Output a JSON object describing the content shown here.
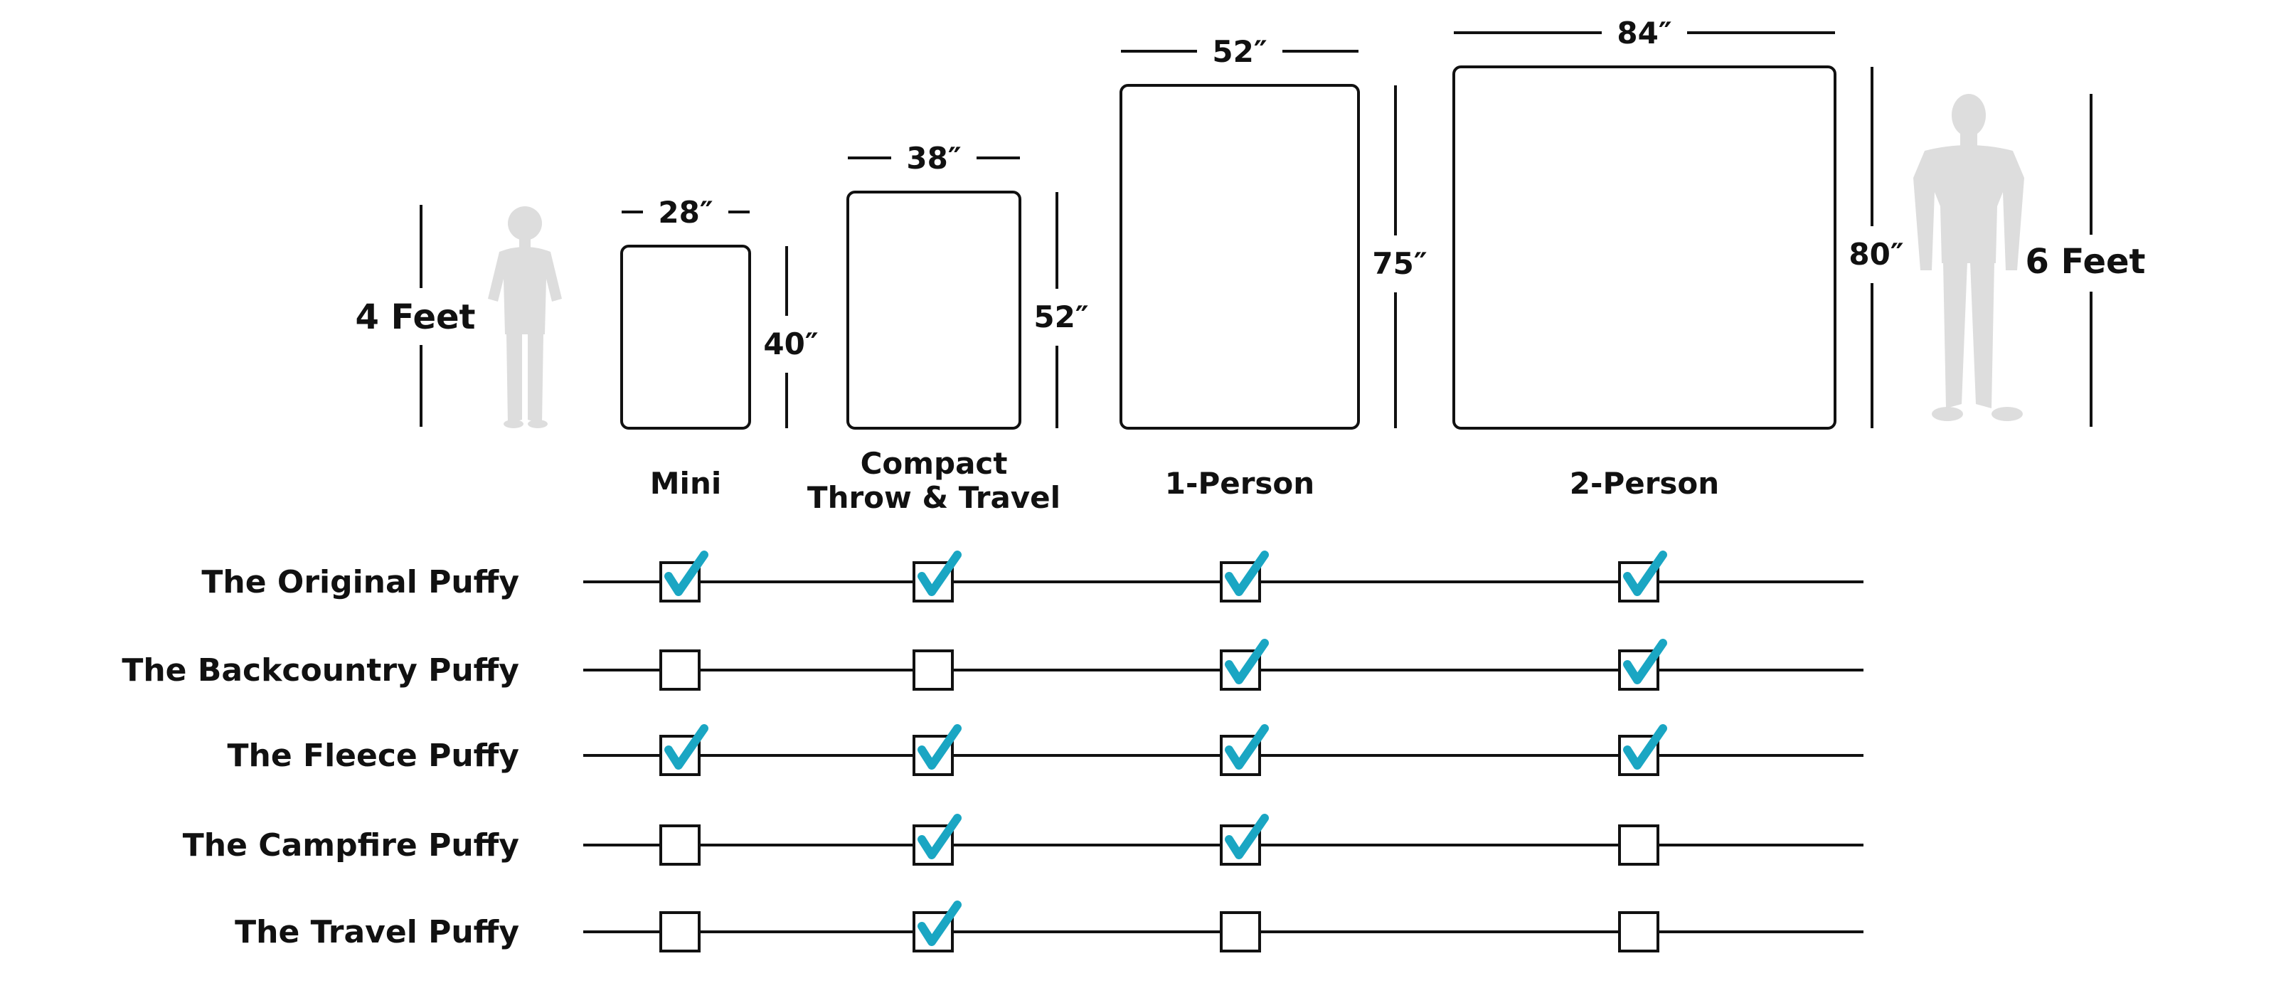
{
  "figures": {
    "left_label": "4 Feet",
    "right_label": "6 Feet",
    "left_icon": "child-silhouette-icon",
    "right_icon": "adult-silhouette-icon"
  },
  "sizes": [
    {
      "name_lines": [
        "Mini"
      ],
      "width": "28″",
      "height": "40″"
    },
    {
      "name_lines": [
        "Compact",
        "Throw & Travel"
      ],
      "width": "38″",
      "height": "52″"
    },
    {
      "name_lines": [
        "1-Person"
      ],
      "width": "52″",
      "height": "75″"
    },
    {
      "name_lines": [
        "2-Person"
      ],
      "width": "84″",
      "height": "80″"
    }
  ],
  "products": [
    {
      "name": "The Original Puffy",
      "available": [
        true,
        true,
        true,
        true
      ]
    },
    {
      "name": "The Backcountry Puffy",
      "available": [
        false,
        false,
        true,
        true
      ]
    },
    {
      "name": "The Fleece Puffy",
      "available": [
        true,
        true,
        true,
        true
      ]
    },
    {
      "name": "The Campfire Puffy",
      "available": [
        false,
        true,
        true,
        false
      ]
    },
    {
      "name": "The Travel Puffy",
      "available": [
        false,
        true,
        false,
        false
      ]
    }
  ],
  "colors": {
    "check": "#1aa6c3",
    "line": "#111111",
    "silhouette": "#dddddd"
  }
}
